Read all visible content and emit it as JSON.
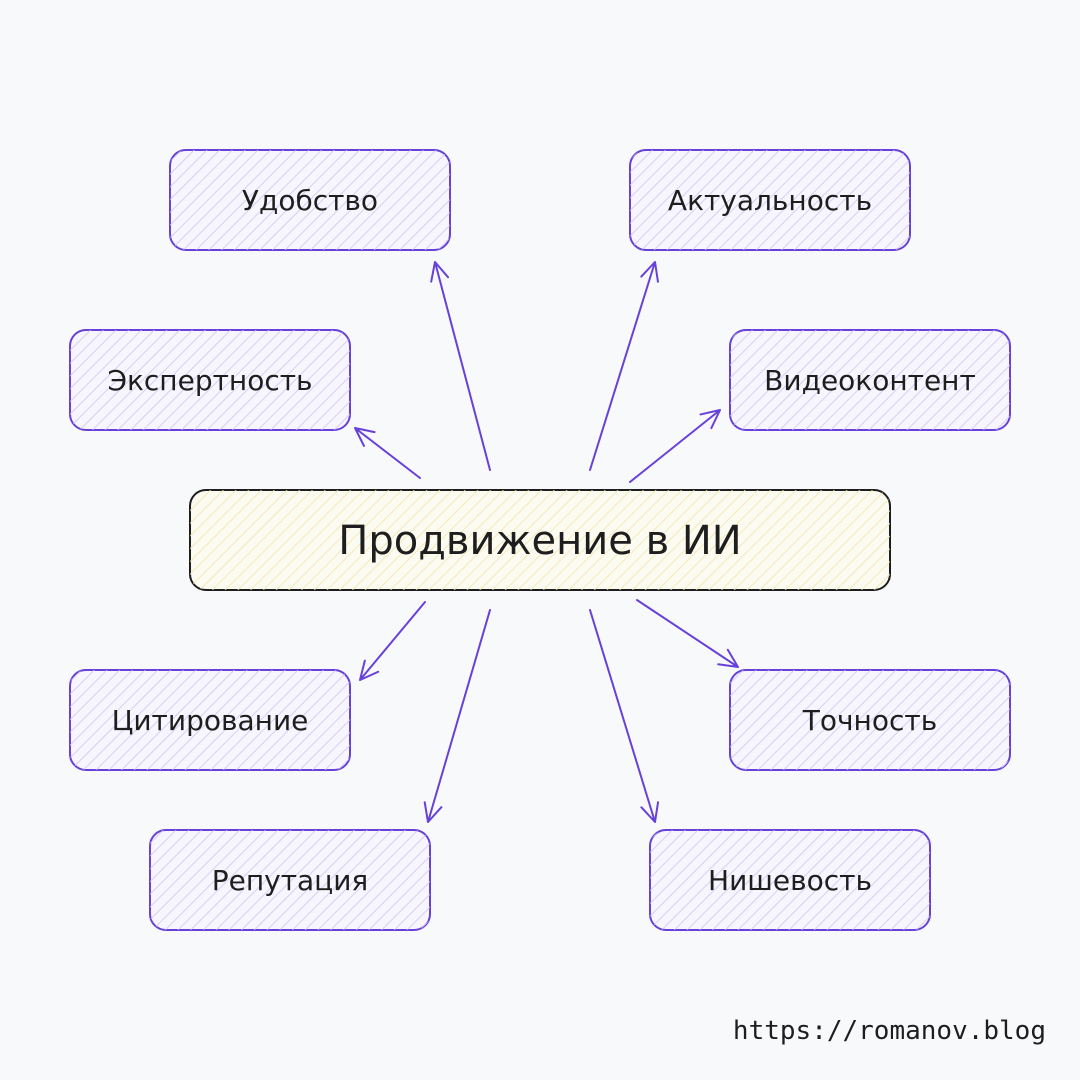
{
  "center": {
    "label": "Продвижение в ИИ",
    "stroke": "#1e1e1e",
    "hatch": "#f1e6a8"
  },
  "nodes": [
    {
      "label": "Удобство"
    },
    {
      "label": "Актуальность"
    },
    {
      "label": "Экспертность"
    },
    {
      "label": "Видеоконтент"
    },
    {
      "label": "Цитирование"
    },
    {
      "label": "Точность"
    },
    {
      "label": "Репутация"
    },
    {
      "label": "Нишевость"
    }
  ],
  "colors": {
    "node_stroke": "#6741d9",
    "node_hatch": "#d0c4f2",
    "arrow": "#6741d9",
    "background": "#f8f9fa"
  },
  "footer": {
    "url": "https://romanov.blog"
  }
}
